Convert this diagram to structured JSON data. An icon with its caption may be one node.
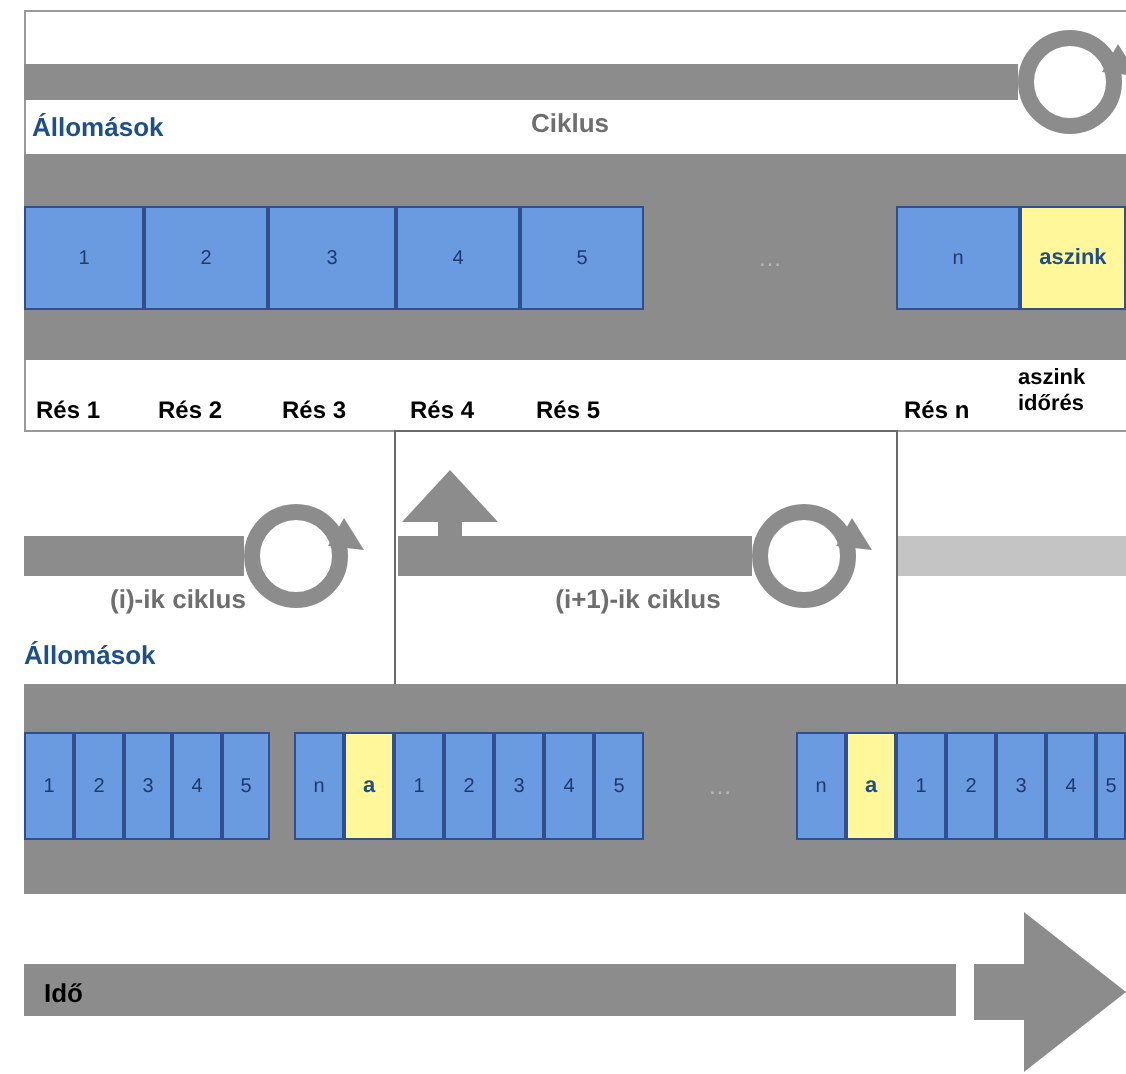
{
  "diagram": {
    "nodes": [
      {
        "text": [
          "1"
        ]
      },
      {
        "text": [
          "2"
        ]
      },
      {
        "text": [
          "3"
        ]
      },
      {
        "text": [
          "4"
        ]
      },
      {
        "text": [
          "5"
        ]
      },
      {
        "text": [
          "n"
        ]
      },
      {
        "text": [
          "aszink"
        ]
      },
      {
        "text": [
          "1"
        ]
      },
      {
        "text": [
          "2"
        ]
      },
      {
        "text": [
          "3"
        ]
      },
      {
        "text": [
          "4"
        ]
      },
      {
        "text": [
          "5"
        ]
      },
      {
        "text": [
          "n"
        ]
      },
      {
        "text": [
          "a"
        ]
      },
      {
        "text": [
          "1"
        ]
      },
      {
        "text": [
          "2"
        ]
      },
      {
        "text": [
          "3"
        ]
      },
      {
        "text": [
          "4"
        ]
      },
      {
        "text": [
          "5"
        ]
      },
      {
        "text": [
          "n"
        ]
      },
      {
        "text": [
          "a"
        ]
      },
      {
        "text": [
          "1"
        ]
      },
      {
        "text": [
          "2"
        ]
      },
      {
        "text": [
          "3"
        ]
      },
      {
        "text": [
          "4"
        ]
      },
      {
        "text": [
          "5"
        ]
      }
    ],
    "labels": [
      "Állomások",
      "Ciklus",
      "…",
      "Rés 1",
      "Rés 2",
      "Rés 3",
      "Rés 4",
      "Rés 5",
      "Rés n",
      "aszink időrés",
      "(i)-ik ciklus",
      "(i+1)-ik ciklus",
      "Állomások",
      "…",
      "Idő"
    ]
  }
}
